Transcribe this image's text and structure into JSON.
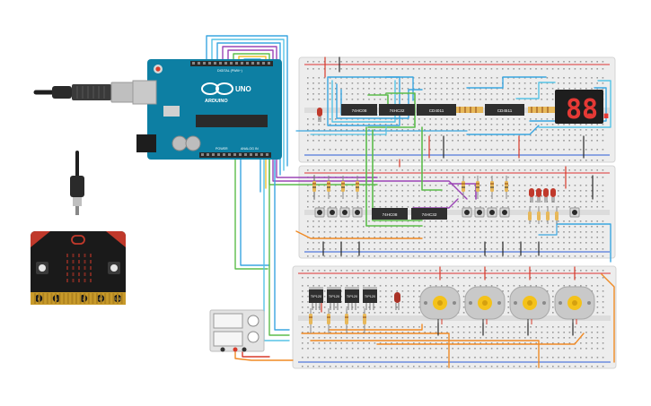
{
  "arduino": {
    "brand": "ARDUINO",
    "model": "UNO",
    "digital_header": "DIGITAL (PWM~)",
    "power_header": "POWER",
    "analog_header": "ANALOG IN"
  },
  "microbit": {
    "pin_labels": [
      "0",
      "1",
      "2",
      "3V",
      "GND"
    ]
  },
  "chips": {
    "top": [
      "74HC08",
      "74HC32",
      "CD4011",
      "CD4511"
    ],
    "middle": [
      "74HC08",
      "74HC32"
    ],
    "bottom": [
      "TIP120",
      "TIP120",
      "TIP120",
      "TIP120"
    ]
  },
  "seven_segment": {
    "digits": [
      "8.",
      "8."
    ],
    "color": "#e53935"
  },
  "colors": {
    "wire_blue": "#3aa6e0",
    "wire_cyan": "#56c3e6",
    "wire_green": "#5cbd4b",
    "wire_purple": "#9b45b6",
    "wire_orange": "#f08a24",
    "wire_red": "#d83a2a",
    "wire_black": "#2a2a2a",
    "motor_body": "#c9c9c9",
    "motor_shaft": "#f4c21b",
    "chip_body": "#2f2f2f",
    "arduino_board": "#0d7fa3",
    "microbit_board": "#1a1a1a"
  },
  "icons": [
    "usb-cable-icon",
    "micro-usb-cable-icon",
    "led-icon",
    "pushbutton-icon",
    "dc-motor-icon",
    "battery-pack-icon"
  ]
}
